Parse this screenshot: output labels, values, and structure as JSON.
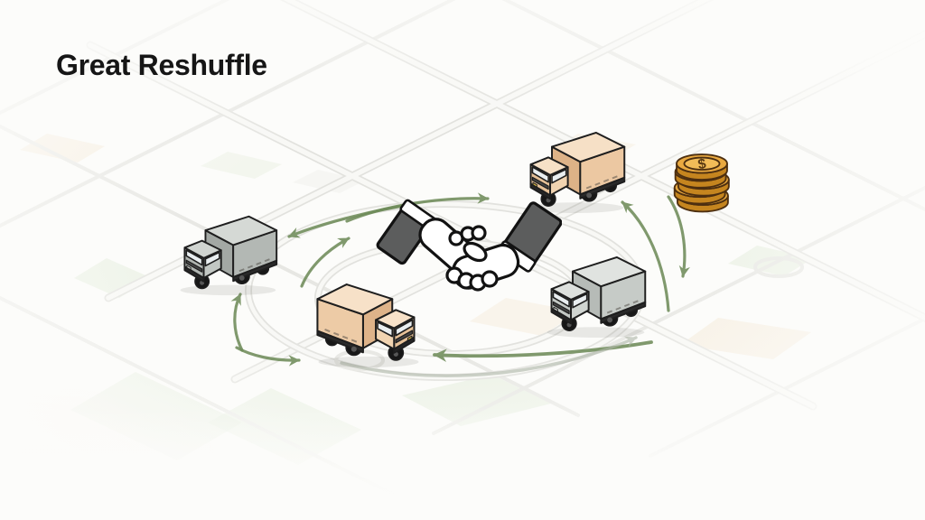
{
  "title": "Great Reshuffle",
  "scene": {
    "colors": {
      "background": "#fcfcfa",
      "road": "#e2e2de",
      "road_fill": "#f8f8f5",
      "road_thin": "#e7e7e3",
      "arrow": "#6f8c5a",
      "arrow_faded": "#adb5a7",
      "patch_green": "#dfe9d6",
      "patch_tan": "#f2e4cd",
      "patch_gray": "#e9e9e6",
      "title_color": "#161616"
    },
    "truck_style": {
      "outline": "#1e1e1e",
      "wheel": "#171717",
      "hub": "#565656",
      "window": "#e9eef0",
      "skirt": "#2a2a2a",
      "grille": "#454545",
      "bumper": "#272727"
    },
    "trucks": [
      {
        "id": "truck-left",
        "facing": "left",
        "colors": {
          "body": "#b3b8b4",
          "top": "#d5d9d5",
          "front": "#a3a8a4",
          "cab": "#c2c7c3",
          "cab_top": "#d0d4d0",
          "cab_front": "#b0b5b1",
          "headlight": "#dcdcd8"
        }
      },
      {
        "id": "truck-top",
        "facing": "left",
        "colors": {
          "body": "#ecc8a2",
          "top": "#f6e0c6",
          "front": "#ddb287",
          "cab": "#f0d3b0",
          "cab_top": "#f6e0c6",
          "cab_front": "#e5c097",
          "headlight": "#ddbc45"
        }
      },
      {
        "id": "truck-right",
        "facing": "left",
        "colors": {
          "body": "#c6cbc7",
          "top": "#e0e3e0",
          "front": "#b6bbb7",
          "cab": "#d0d5d1",
          "cab_top": "#dde0dd",
          "cab_front": "#c3c8c4",
          "headlight": "#dcdcd8"
        }
      },
      {
        "id": "truck-bottom",
        "facing": "right",
        "colors": {
          "body": "#edcba6",
          "top": "#f7e1c8",
          "front": "#deb389",
          "cab": "#f1d4b1",
          "cab_top": "#f7e1c8",
          "cab_front": "#e6c198",
          "headlight": "#ddbc45"
        }
      }
    ],
    "handshake": {
      "sleeve": "#5c5d5d",
      "cuff": "#ffffff",
      "hand": "#ffffff",
      "outline": "#121212"
    },
    "coins": {
      "symbol": "$",
      "face": "#e9a940",
      "top": "#f2bc58",
      "edge": "#c5851f",
      "outline": "#4d2f10",
      "text": "#573812"
    }
  }
}
